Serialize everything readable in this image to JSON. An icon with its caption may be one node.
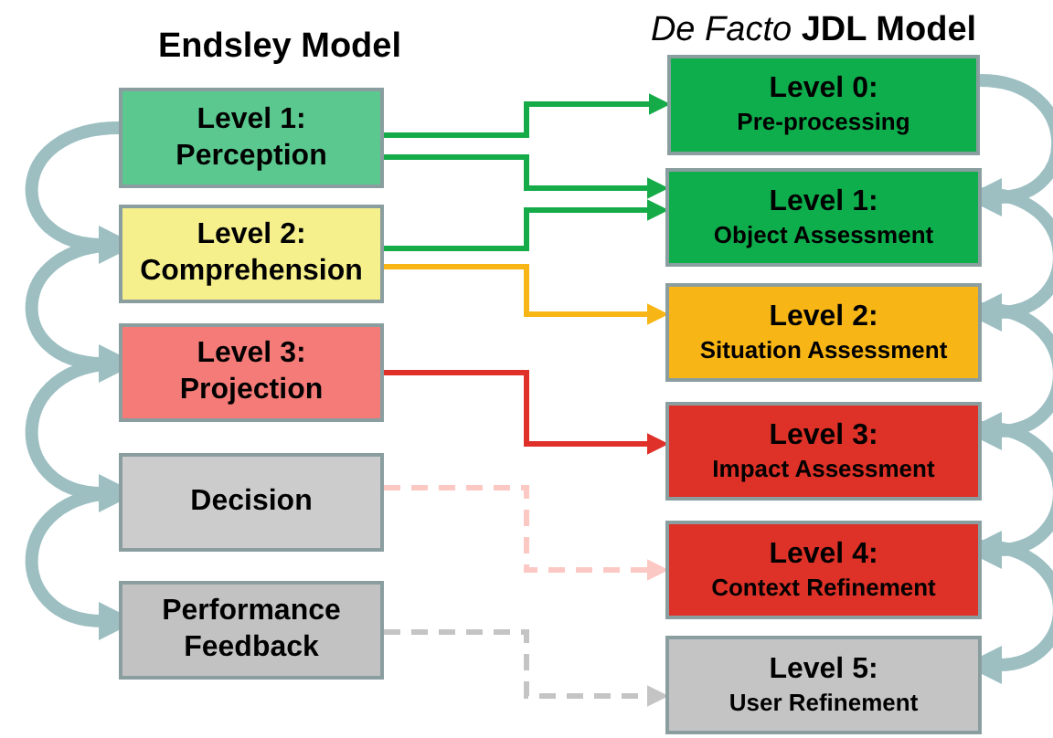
{
  "diagram": {
    "nodes": [
      {
        "text": [
          "Level 1:",
          "Perception"
        ]
      },
      {
        "text": [
          "Level 2:",
          "Comprehension"
        ]
      },
      {
        "text": [
          "Level 3:",
          "Projection"
        ]
      },
      {
        "text": [
          "Decision"
        ]
      },
      {
        "text": [
          "Performance Feedback"
        ]
      },
      {
        "text": [
          "Level 0:",
          "Pre-processing"
        ]
      },
      {
        "text": [
          "Level 1:",
          "Object Assessment"
        ]
      },
      {
        "text": [
          "Level 2:",
          "Situation Assessment"
        ]
      },
      {
        "text": [
          "Level 3:",
          "Impact Assessment"
        ]
      },
      {
        "text": [
          "Level 4:",
          "Context Refinement"
        ]
      },
      {
        "text": [
          "Level 5:",
          "User Refinement"
        ]
      }
    ],
    "edges": [
      {
        "from": 0,
        "to": 5,
        "arrow": "to",
        "color": "#15ab48"
      },
      {
        "from": 0,
        "to": 6,
        "arrow": "to",
        "color": "#15ab48"
      },
      {
        "from": 1,
        "to": 6,
        "arrow": "to",
        "color": "#15ab48"
      },
      {
        "from": 1,
        "to": 7,
        "arrow": "to",
        "color": "#f7b516"
      },
      {
        "from": 2,
        "to": 8,
        "arrow": "to",
        "color": "#e0302a"
      },
      {
        "from": 3,
        "to": 9,
        "arrow": "to",
        "style": "dashed",
        "color": "#fcc8c4"
      },
      {
        "from": 4,
        "to": 10,
        "arrow": "to",
        "style": "dashed",
        "color": "#c4c4c4"
      },
      {
        "from": 0,
        "to": 1,
        "arrow": "to"
      },
      {
        "from": 1,
        "to": 2,
        "arrow": "to"
      },
      {
        "from": 2,
        "to": 3,
        "arrow": "to"
      },
      {
        "from": 3,
        "to": 4,
        "arrow": "to"
      },
      {
        "from": 5,
        "to": 6,
        "arrow": "to"
      },
      {
        "from": 6,
        "to": 7,
        "arrow": "to"
      },
      {
        "from": 7,
        "to": 8,
        "arrow": "to"
      },
      {
        "from": 8,
        "to": 9,
        "arrow": "to"
      },
      {
        "from": 9,
        "to": 10,
        "arrow": "to"
      }
    ],
    "labels": [
      "Endsley Model",
      "*De Facto* **JDL Model**"
    ]
  }
}
